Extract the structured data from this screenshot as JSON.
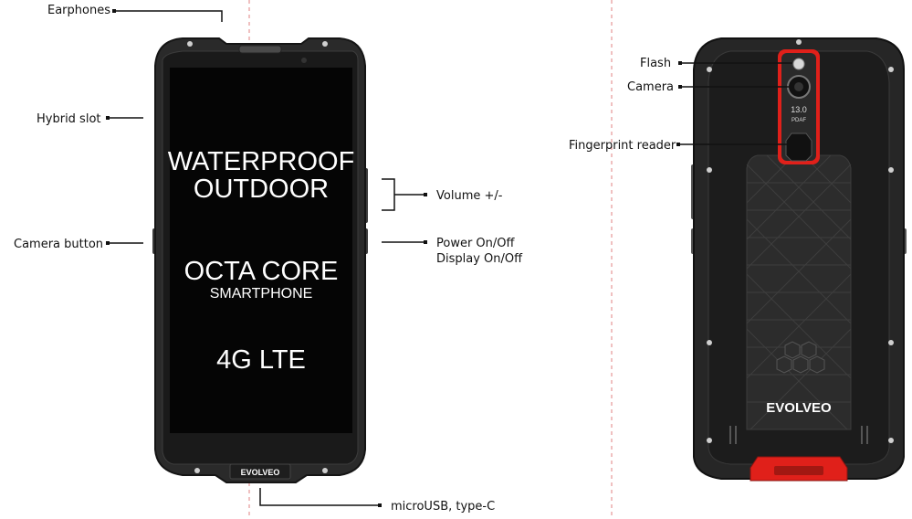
{
  "labels": {
    "earphones": "Earphones",
    "hybrid_slot": "Hybrid slot",
    "camera_button": "Camera button",
    "volume": "Volume +/-",
    "power": "Power On/Off",
    "display": "Display On/Off",
    "usb": "microUSB, type-C",
    "flash": "Flash",
    "camera": "Camera",
    "fingerprint": "Fingerprint reader"
  },
  "screen": {
    "line1": "WATERPROOF",
    "line2": "OUTDOOR",
    "line3": "OCTA CORE",
    "line4": "SMARTPHONE",
    "line5": "4G LTE"
  },
  "brand": {
    "front": "EVOLVEO",
    "back": "EVOLVEO"
  },
  "camera_module": {
    "megapixels": "13.0",
    "tag": "PDAF"
  },
  "colors": {
    "accent_red": "#e0201a",
    "body_dark": "#2a2a2a",
    "screen_black": "#050505",
    "guide_line": "#e08080"
  }
}
